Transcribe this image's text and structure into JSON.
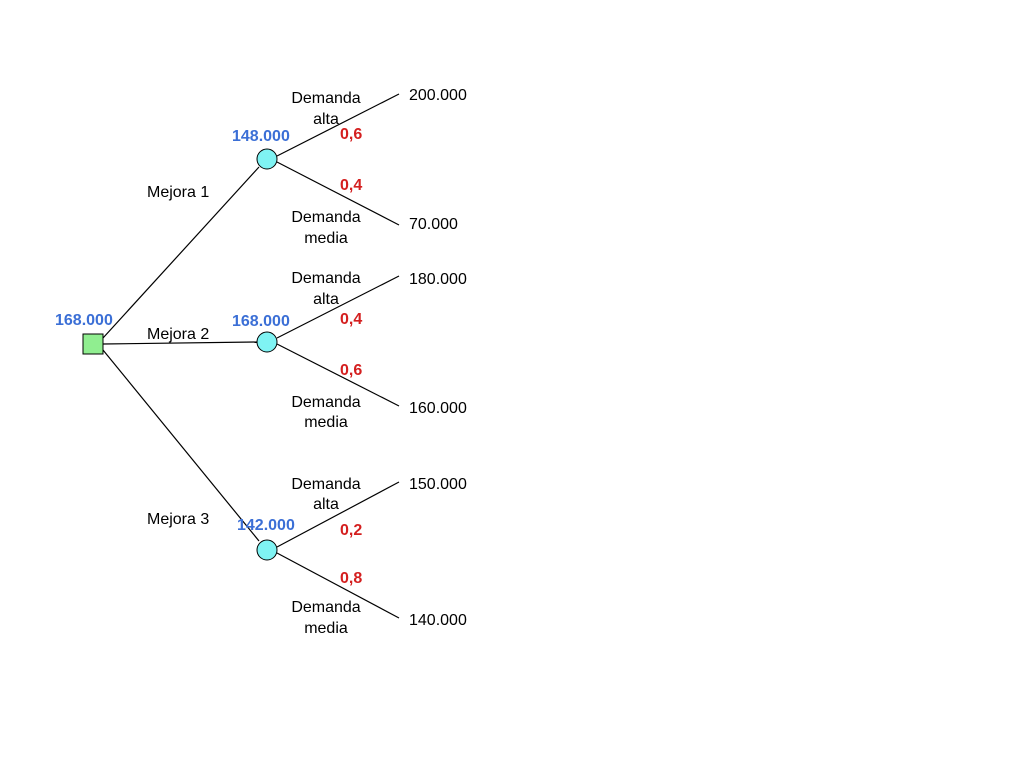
{
  "colors": {
    "expected_value": "#3b6fd6",
    "probability": "#d41f1f",
    "decision_node": "#90ee90",
    "chance_node": "#7ff3f3"
  },
  "root": {
    "value": "168.000"
  },
  "branches": [
    {
      "option": "Mejora 1",
      "value": "148.000",
      "high": {
        "label_line1": "Demanda",
        "label_line2": "alta",
        "prob": "0,6",
        "payoff": "200.000"
      },
      "mid": {
        "label_line1": "Demanda",
        "label_line2": "media",
        "prob": "0,4",
        "payoff": "70.000"
      }
    },
    {
      "option": "Mejora 2",
      "value": "168.000",
      "high": {
        "label_line1": "Demanda",
        "label_line2": "alta",
        "prob": "0,4",
        "payoff": "180.000"
      },
      "mid": {
        "label_line1": "Demanda",
        "label_line2": "media",
        "prob": "0,6",
        "payoff": "160.000"
      }
    },
    {
      "option": "Mejora 3",
      "value": "142.000",
      "high": {
        "label_line1": "Demanda",
        "label_line2": "alta",
        "prob": "0,2",
        "payoff": "150.000"
      },
      "mid": {
        "label_line1": "Demanda",
        "label_line2": "media",
        "prob": "0,8",
        "payoff": "140.000"
      }
    }
  ]
}
